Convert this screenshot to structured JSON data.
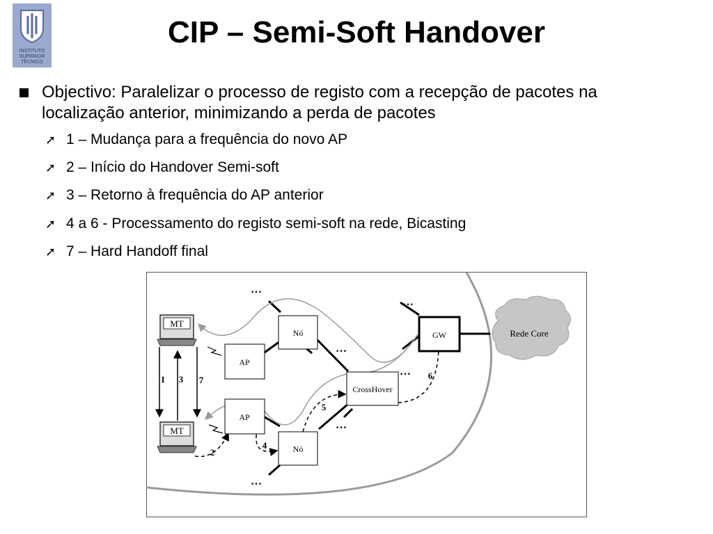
{
  "logo": {
    "lines": [
      "INSTITUTO",
      "SUPERIOR",
      "TÉCNICO"
    ]
  },
  "title": "CIP – Semi-Soft Handover",
  "objective": "Objectivo: Paralelizar o processo de registo com a recepção de pacotes na localização anterior, minimizando a perda de pacotes",
  "steps": [
    "1 – Mudança para a frequência do novo AP",
    "2 – Início do Handover Semi-soft",
    "3 – Retorno à frequência do AP anterior",
    "4 a 6 - Processamento do registo semi-soft na rede, Bicasting",
    "7 – Hard Handoff final"
  ],
  "diagram": {
    "nodes": {
      "mt_top": "MT",
      "mt_bottom": "MT",
      "ap_top": "AP",
      "ap_bottom": "AP",
      "no_top": "Nó",
      "no_bottom": "Nó",
      "crosshover": "CrossHover",
      "gw": "GW",
      "core": "Rede Core"
    },
    "ellipsis": "…",
    "arrow_labels": [
      "1",
      "3",
      "7",
      "2",
      "4",
      "5",
      "6"
    ]
  }
}
